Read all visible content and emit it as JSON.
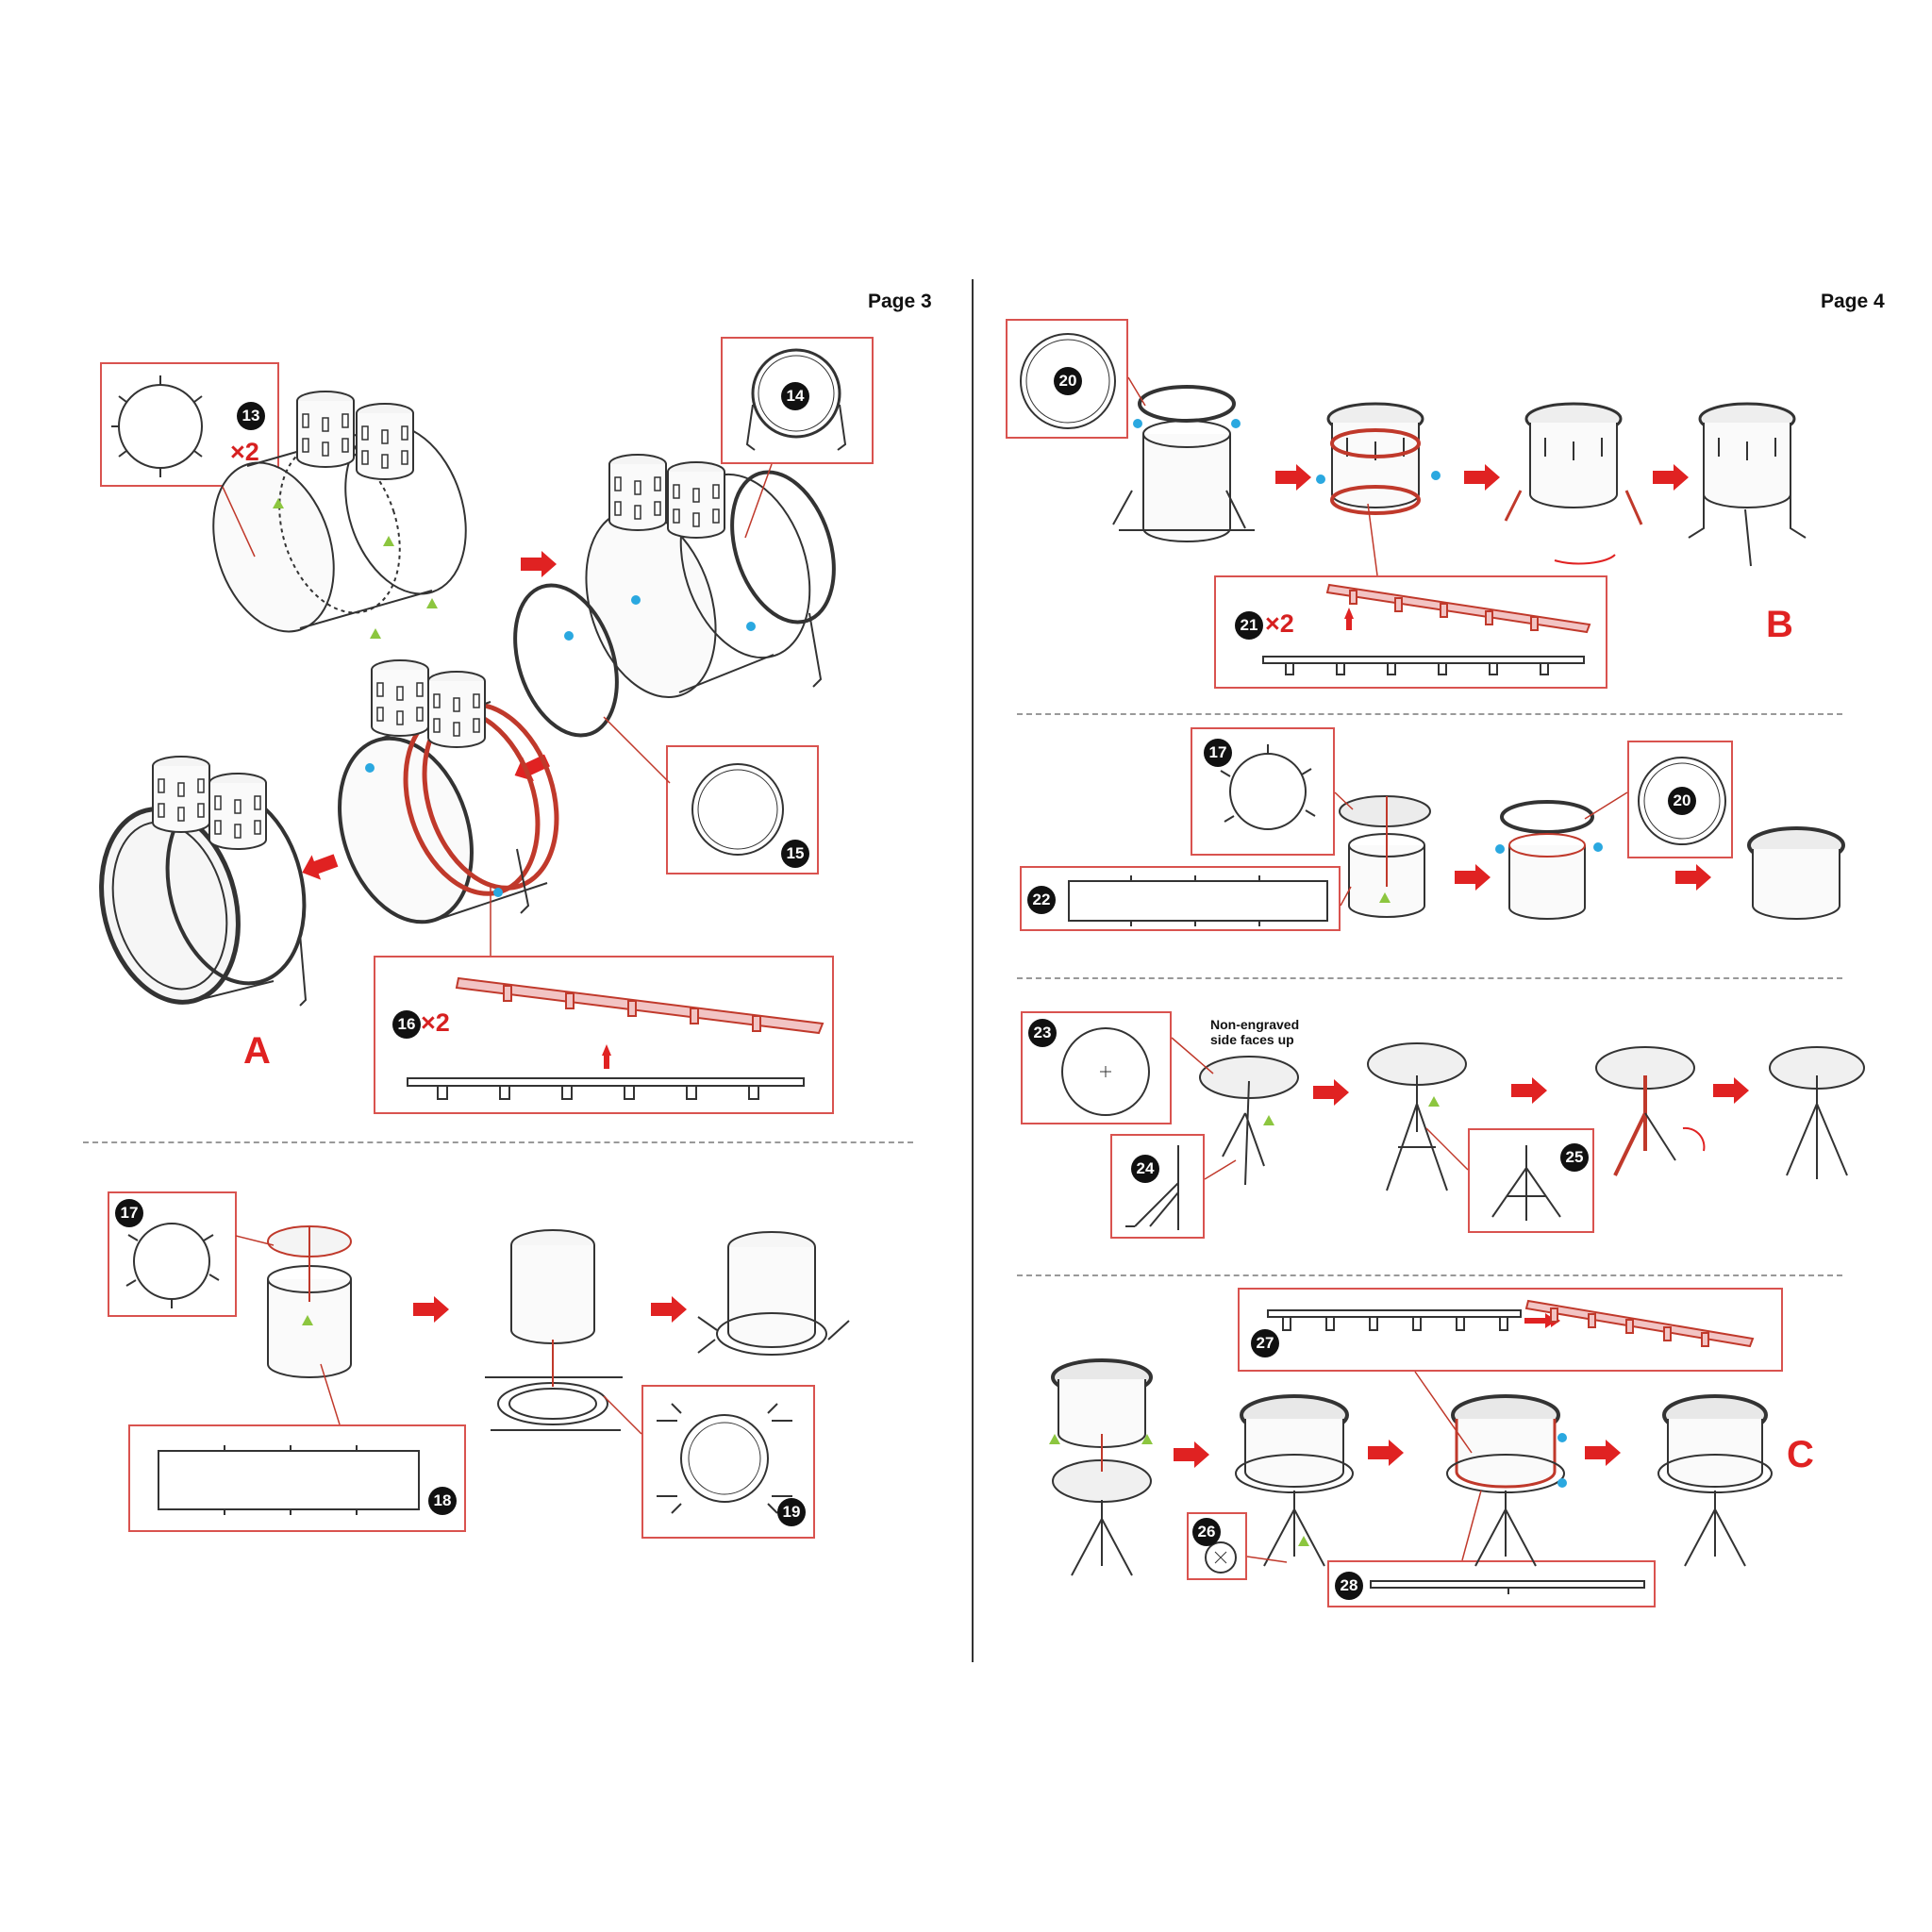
{
  "pages": {
    "left": {
      "label": "Page 3"
    },
    "right": {
      "label": "Page 4"
    }
  },
  "steps": {
    "s13": {
      "num": "13",
      "qty": "×2"
    },
    "s14": {
      "num": "14"
    },
    "s15": {
      "num": "15"
    },
    "s16": {
      "num": "16",
      "qty": "×2"
    },
    "s17a": {
      "num": "17"
    },
    "s18": {
      "num": "18"
    },
    "s19": {
      "num": "19"
    },
    "s20a": {
      "num": "20"
    },
    "s21": {
      "num": "21",
      "qty": "×2"
    },
    "s17b": {
      "num": "17"
    },
    "s20b": {
      "num": "20"
    },
    "s22": {
      "num": "22"
    },
    "s23": {
      "num": "23"
    },
    "s24": {
      "num": "24"
    },
    "s25": {
      "num": "25"
    },
    "s26": {
      "num": "26"
    },
    "s27": {
      "num": "27"
    },
    "s28": {
      "num": "28"
    }
  },
  "notes": {
    "non_engraved": [
      "Non-engraved",
      "side faces up"
    ]
  },
  "section_letters": {
    "a": "A",
    "b": "B",
    "c": "C"
  },
  "colors": {
    "accent_red": "#e02222",
    "box_border": "#d9534f",
    "part_fill": "#f2c4c4",
    "line": "#333333",
    "marker_blue": "#2aa8e0",
    "marker_green": "#8cc63f"
  }
}
